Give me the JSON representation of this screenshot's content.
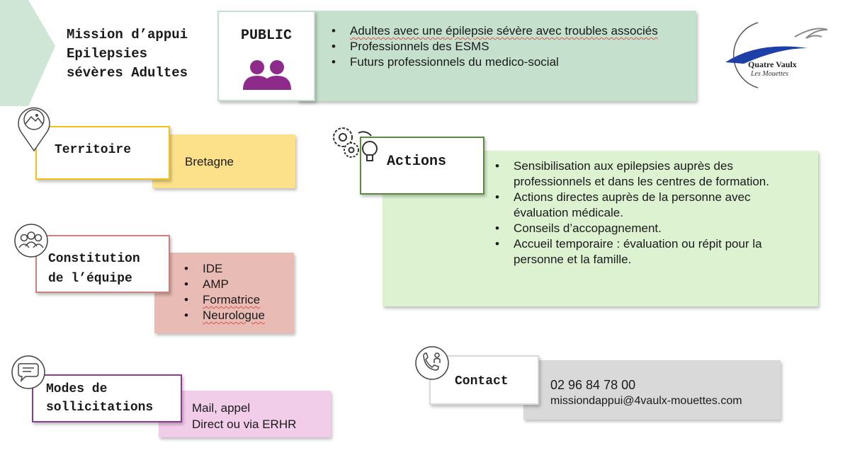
{
  "header": {
    "title_lines": [
      "Mission d’appui",
      "Epilepsies",
      "sévères Adultes"
    ]
  },
  "public": {
    "label": "PUBLIC",
    "items": [
      {
        "text": "Adultes avec une épilepsie sévère avec troubles associés"
      },
      {
        "text": "Professionnels des ESMS"
      },
      {
        "text": "Futurs professionnels du medico-social"
      }
    ]
  },
  "logo": {
    "line1": "Quatre Vaulx",
    "line2": "Les Mouettes"
  },
  "territoire": {
    "label": "Territoire",
    "value": "Bretagne"
  },
  "actions": {
    "label": "Actions",
    "items": [
      {
        "text": "Sensibilisation aux epilepsies auprès des professionnels et dans les centres de formation."
      },
      {
        "text": "Actions directes auprès de la personne avec évaluation médicale."
      },
      {
        "text": "Conseils d’accopagnement."
      },
      {
        "text": "Accueil temporaire : évaluation ou répit pour la personne et la famille."
      }
    ]
  },
  "equipe": {
    "label_line1": "Constitution",
    "label_line2": "de l’équipe",
    "items": [
      {
        "text": "IDE"
      },
      {
        "text": "AMP"
      },
      {
        "text": "Formatrice"
      },
      {
        "text": "Neurologue"
      }
    ]
  },
  "contact": {
    "label": "Contact",
    "phone": "02 96 84 78 00",
    "email": "missiondappui@4vaulx-mouettes.com"
  },
  "modes": {
    "label_line1": "Modes de",
    "label_line2": "sollicitations",
    "line1": "Mail, appel",
    "line2": "Direct ou via ERHR"
  },
  "colors": {
    "public_bg": "#c5e0cc",
    "territoire_bg": "#fce08a",
    "territoire_border": "#f0c21a",
    "equipe_bg": "#e8bcb4",
    "equipe_border": "#c9837a",
    "modes_bg": "#f1cdea",
    "modes_border": "#8e3a8f",
    "actions_bg": "#dcf2d1",
    "actions_border": "#5b8c3e",
    "contact_bg": "#d9d9d9",
    "public_icon": "#8e2a8a",
    "logo_blue": "#1f3fa8"
  }
}
